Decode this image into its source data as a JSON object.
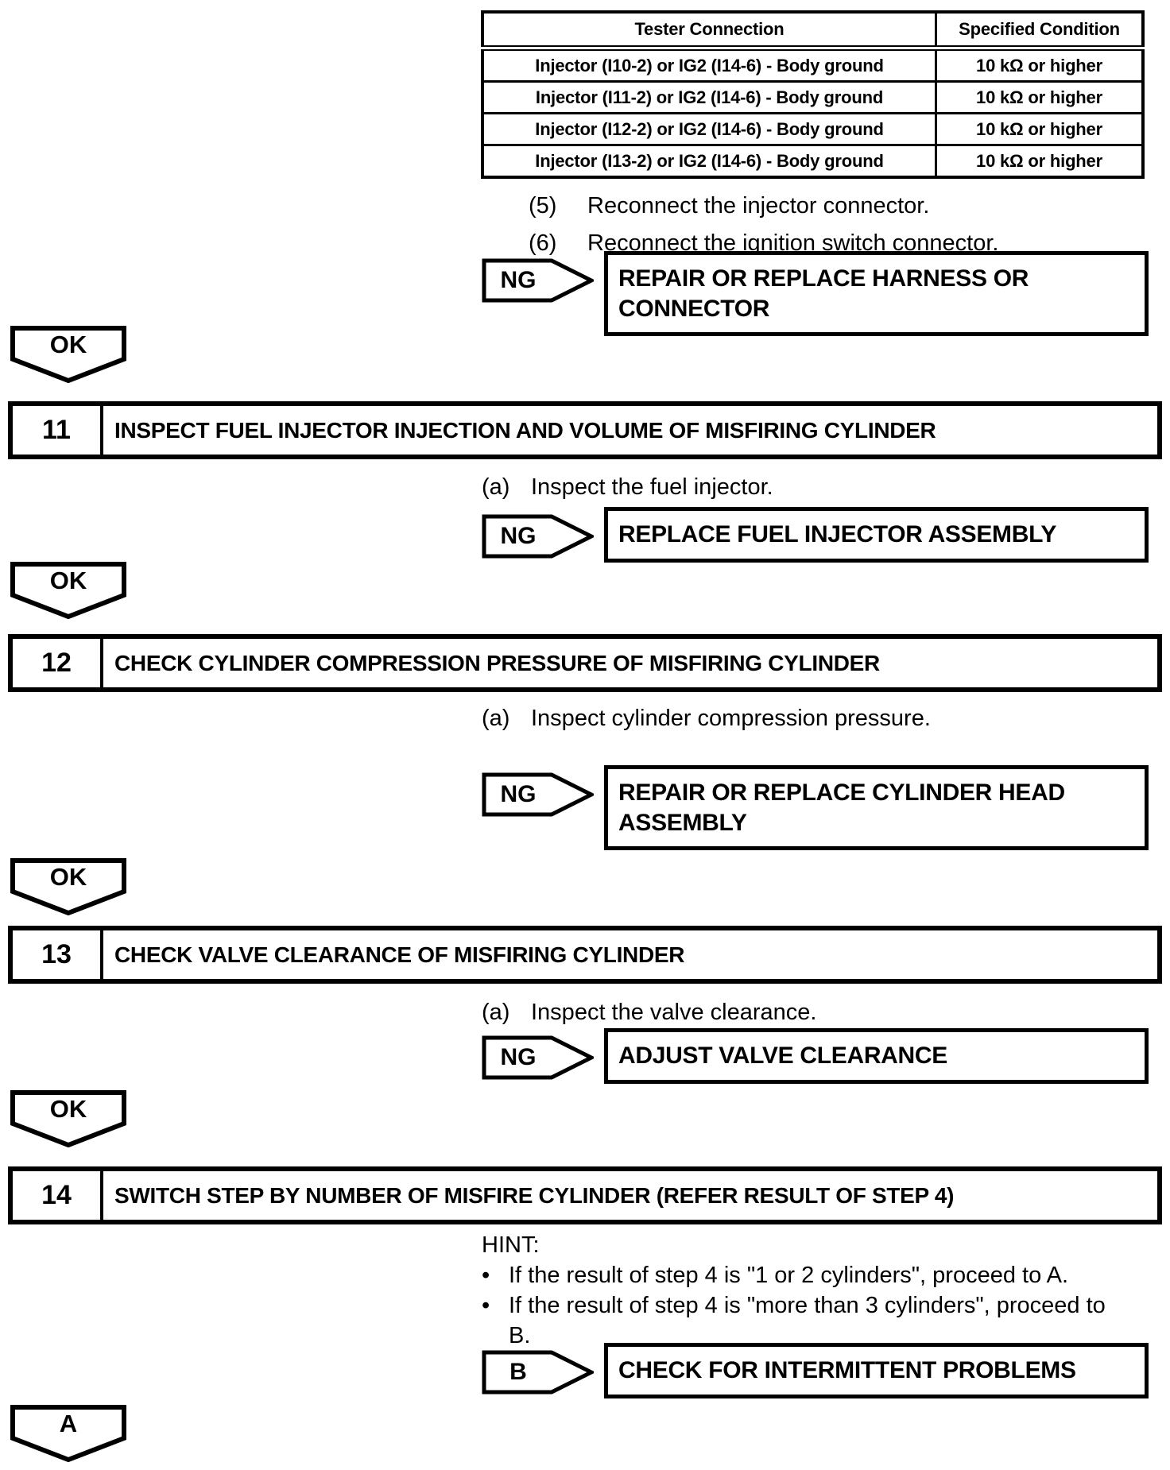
{
  "spec_table": {
    "headers": [
      "Tester Connection",
      "Specified Condition"
    ],
    "rows": [
      [
        "Injector (I10-2) or IG2 (I14-6) - Body ground",
        "10 kΩ or higher"
      ],
      [
        "Injector (I11-2) or IG2 (I14-6) - Body ground",
        "10 kΩ or higher"
      ],
      [
        "Injector (I12-2) or IG2 (I14-6) - Body ground",
        "10 kΩ or higher"
      ],
      [
        "Injector (I13-2) or IG2 (I14-6) - Body ground",
        "10 kΩ or higher"
      ]
    ]
  },
  "procedure_items": [
    {
      "label": "(5)",
      "text": "Reconnect the injector connector."
    },
    {
      "label": "(6)",
      "text": "Reconnect the ignition switch connector."
    }
  ],
  "top_ng": {
    "label": "NG",
    "result": "REPAIR OR REPLACE HARNESS OR CONNECTOR"
  },
  "connectors": {
    "ok": "OK",
    "a": "A"
  },
  "glyphs": {
    "bullet": "•"
  },
  "steps": [
    {
      "number": "11",
      "title": "INSPECT FUEL INJECTOR INJECTION AND VOLUME OF MISFIRING CYLINDER",
      "substep": {
        "label": "(a)",
        "text": "Inspect the fuel injector."
      },
      "ng": {
        "label": "NG",
        "result": "REPLACE FUEL INJECTOR ASSEMBLY"
      }
    },
    {
      "number": "12",
      "title": "CHECK CYLINDER COMPRESSION PRESSURE OF MISFIRING CYLINDER",
      "substep": {
        "label": "(a)",
        "text": "Inspect cylinder compression pressure."
      },
      "ng": {
        "label": "NG",
        "result": "REPAIR OR REPLACE CYLINDER HEAD ASSEMBLY"
      }
    },
    {
      "number": "13",
      "title": "CHECK VALVE CLEARANCE OF MISFIRING CYLINDER",
      "substep": {
        "label": "(a)",
        "text": "Inspect the valve clearance."
      },
      "ng": {
        "label": "NG",
        "result": "ADJUST VALVE CLEARANCE"
      }
    },
    {
      "number": "14",
      "title": "SWITCH STEP BY NUMBER OF MISFIRE CYLINDER (REFER RESULT OF STEP 4)",
      "hint_label": "HINT:",
      "hint_bullets": [
        {
          "lines": [
            "If the result of step 4 is \"1 or 2 cylinders\", proceed to A.",
            ""
          ]
        },
        {
          "lines": [
            "If the result of step 4 is \"more than 3 cylinders\", proceed to",
            "B."
          ]
        }
      ],
      "b": {
        "label": "B",
        "result": "CHECK FOR INTERMITTENT PROBLEMS"
      }
    }
  ]
}
